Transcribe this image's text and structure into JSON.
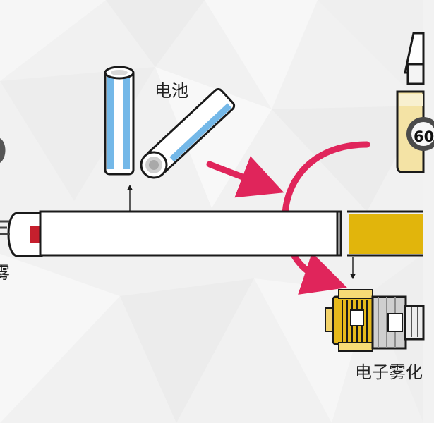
{
  "labels": {
    "battery": "电池",
    "atomizer": "电子雾化",
    "left_fog": "雾"
  },
  "bottle": {
    "number": "60"
  },
  "colors": {
    "background": "#f1f1f1",
    "pink_arrow": "#e0255b",
    "battery_blue": "#74b8e8",
    "cartridge_gold": "#e1b50c",
    "outline": "#1a1a1a",
    "red_tip": "#c61f2d"
  }
}
